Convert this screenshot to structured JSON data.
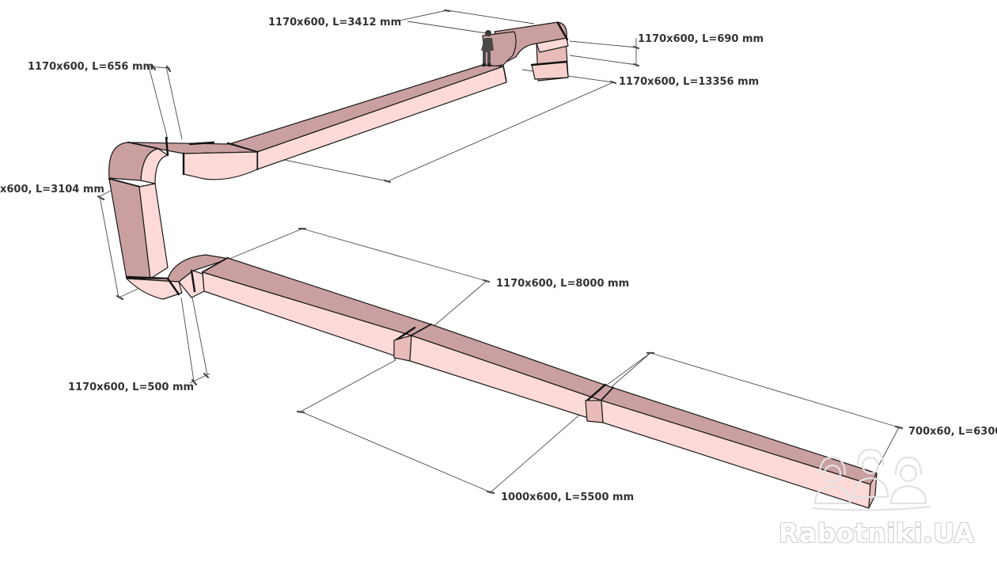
{
  "diagram": {
    "segments": [
      {
        "id": "s1",
        "label": "1170x600, L=3412 mm"
      },
      {
        "id": "s2",
        "label": "1170x600, L=690 mm"
      },
      {
        "id": "s3",
        "label": "1170x600, L=13356 mm"
      },
      {
        "id": "s4",
        "label": "1170x600, L=656 mm"
      },
      {
        "id": "s5",
        "label": "x600, L=3104 mm"
      },
      {
        "id": "s6",
        "label": "1170x600, L=8000 mm"
      },
      {
        "id": "s7",
        "label": "1170x600, L=500 mm"
      },
      {
        "id": "s8",
        "label": "1000x600, L=5500 mm"
      },
      {
        "id": "s9",
        "label": "700x60, L=6300"
      }
    ],
    "colors": {
      "duct_top": "#c9a09f",
      "duct_side_light": "#fddad7",
      "duct_side_dark": "#e4b4b1",
      "outline": "#1a1a1a",
      "dimension_line": "#444444"
    }
  },
  "watermark": {
    "text": "Rabotniki.UA"
  }
}
